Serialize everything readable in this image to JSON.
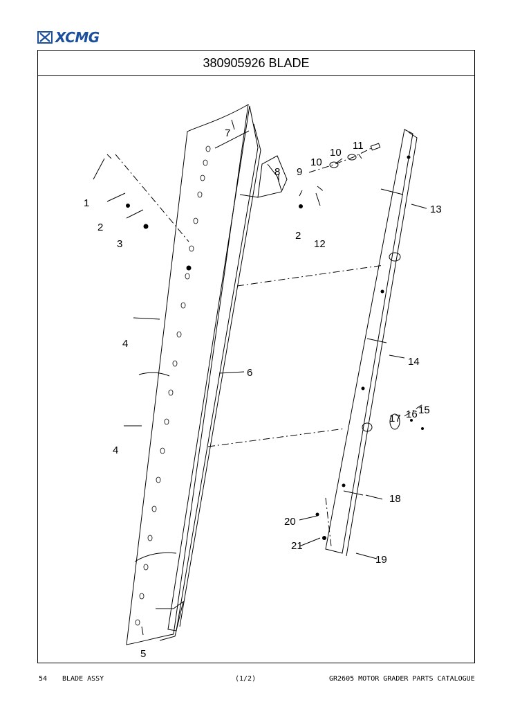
{
  "brand": {
    "name": "XCMG",
    "color": "#1c4f9c",
    "icon": "xcmg-logo-icon"
  },
  "title": "380905926 BLADE",
  "callouts": [
    "1",
    "2",
    "3",
    "4",
    "4",
    "5",
    "6",
    "7",
    "8",
    "9",
    "10",
    "10",
    "11",
    "2",
    "12",
    "13",
    "14",
    "15",
    "16",
    "17",
    "18",
    "19",
    "20",
    "21"
  ],
  "footer": {
    "page_number": "54",
    "section": "BLADE ASSY",
    "page_of": "(1/2)",
    "catalogue": "GR2605 MOTOR GRADER PARTS CATALOGUE"
  }
}
